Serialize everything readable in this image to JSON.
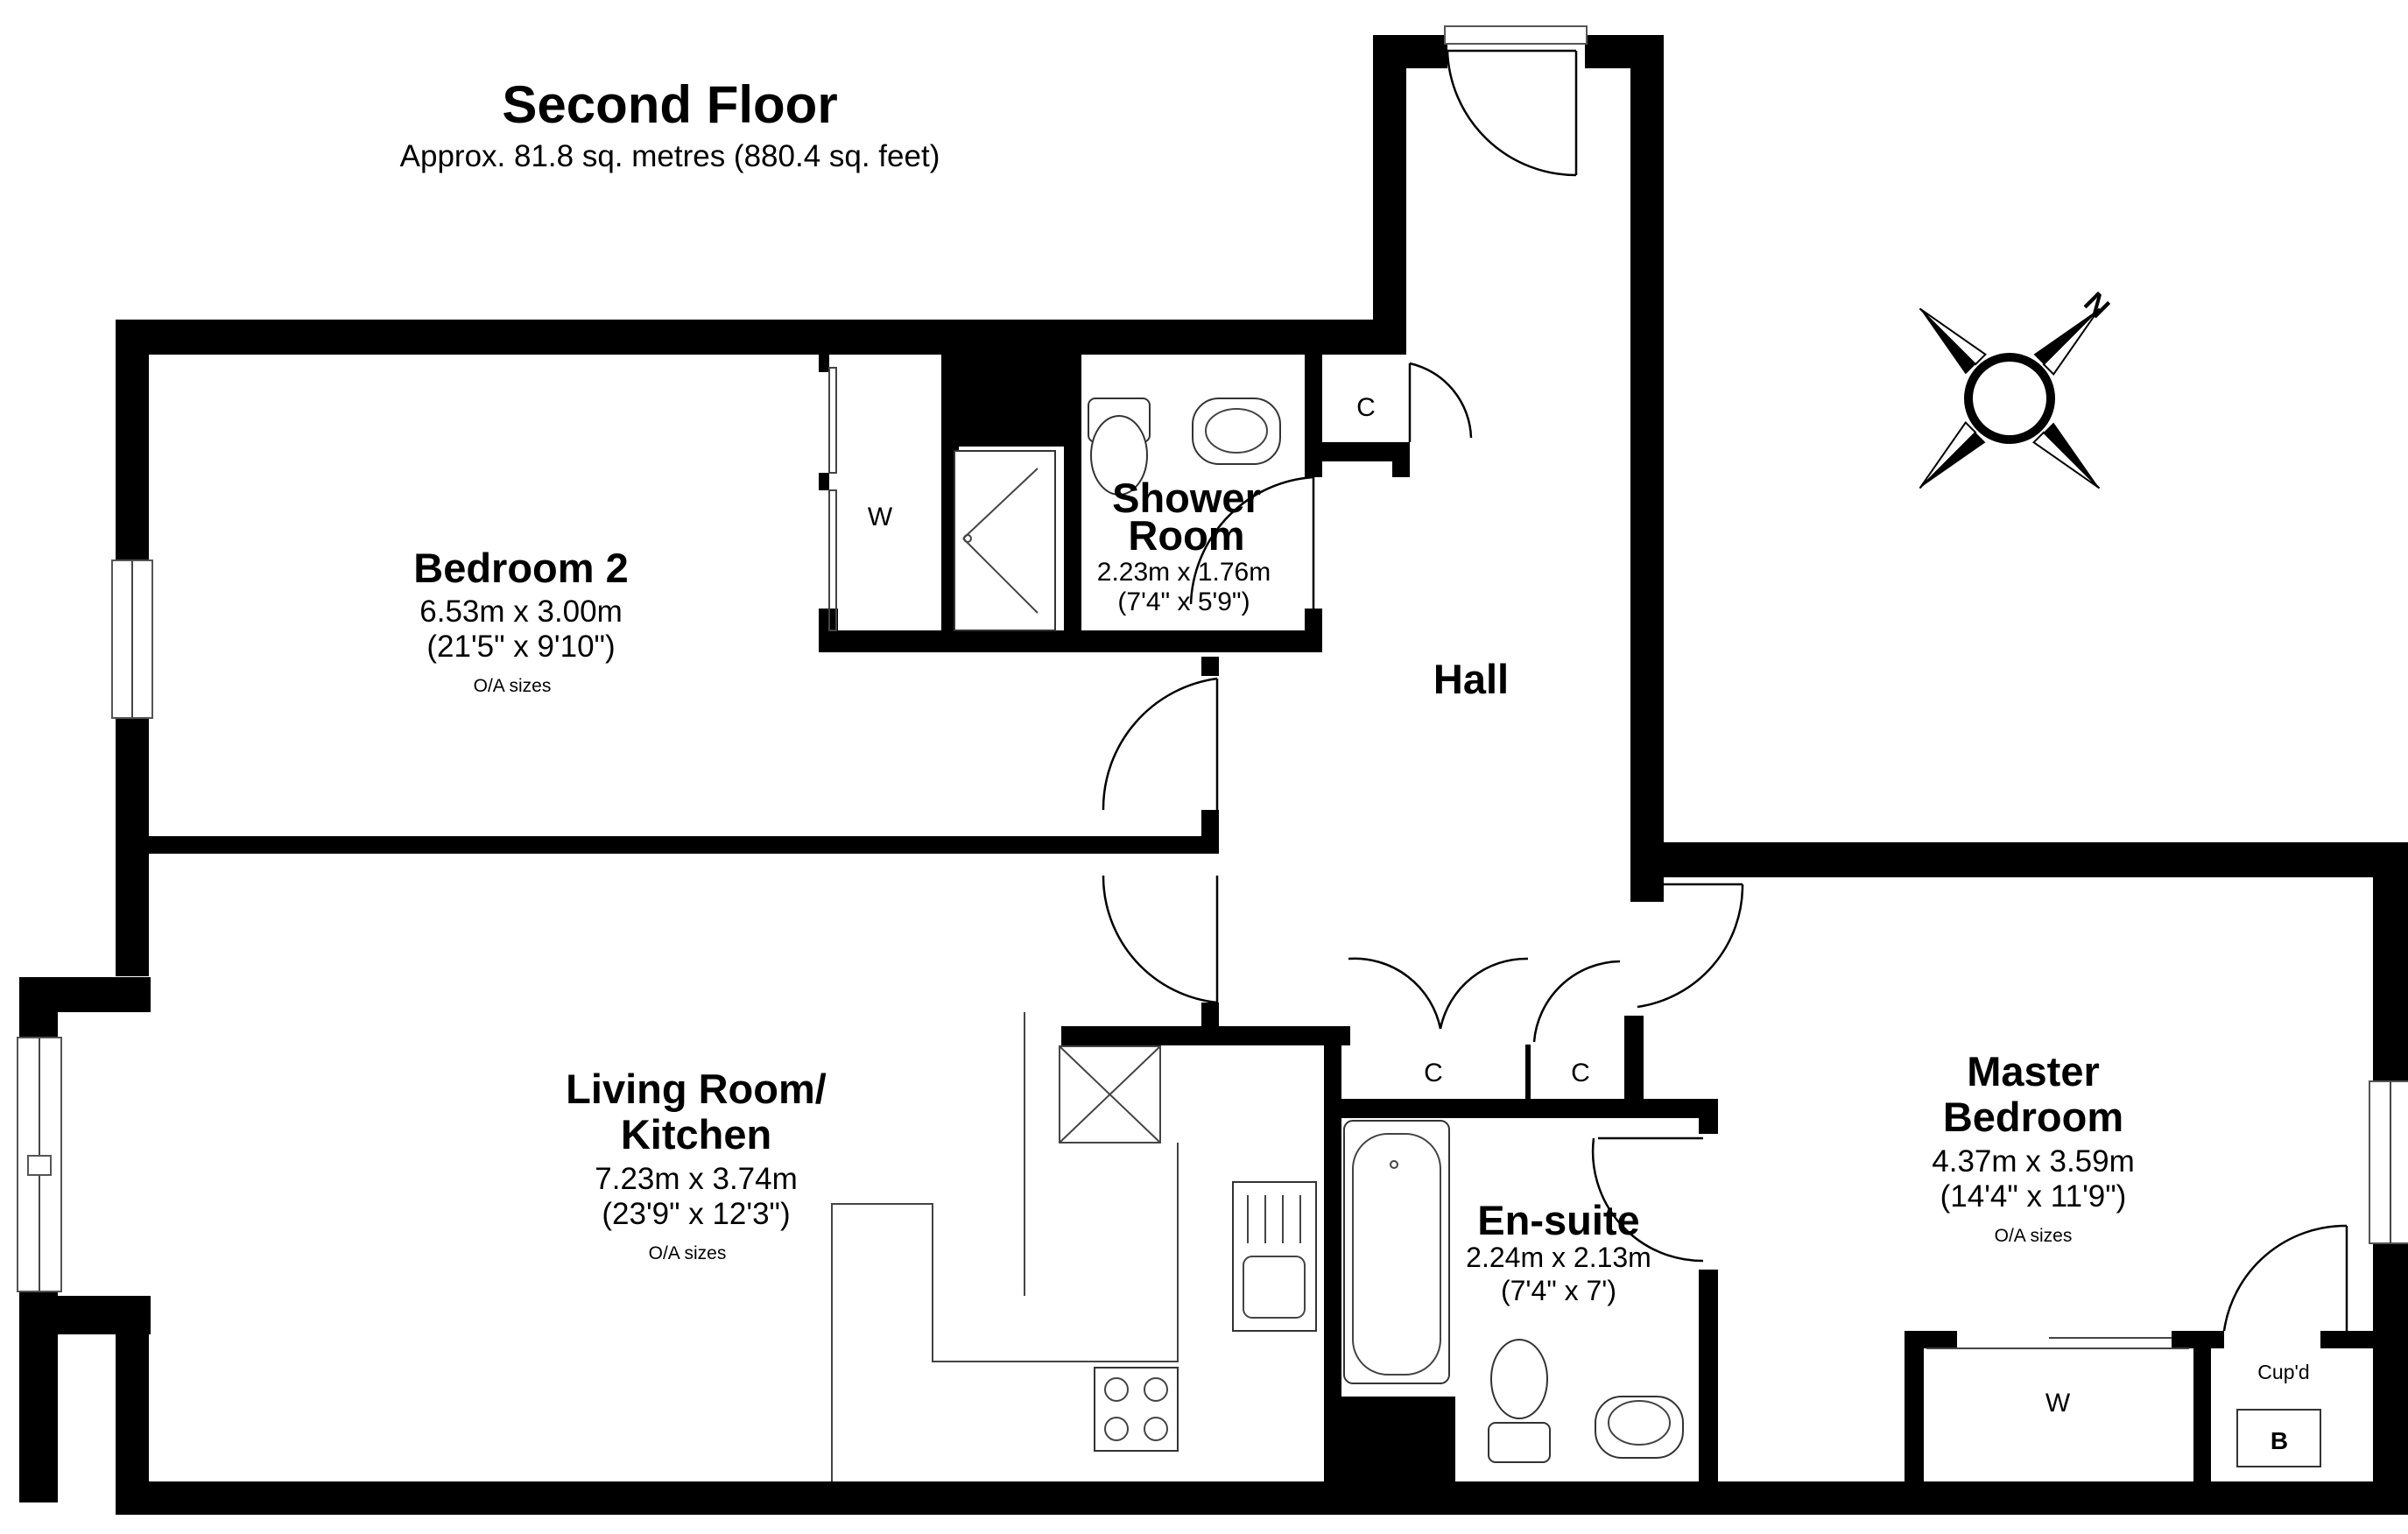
{
  "header": {
    "title": "Second Floor",
    "subtitle": "Approx. 81.8 sq. metres (880.4 sq. feet)"
  },
  "rooms": {
    "bedroom2": {
      "name": "Bedroom 2",
      "metric": "6.53m x 3.00m",
      "imperial": "(21'5\" x 9'10\")",
      "note": "O/A sizes"
    },
    "shower": {
      "name_line1": "Shower",
      "name_line2": "Room",
      "metric": "2.23m x 1.76m",
      "imperial": "(7'4\" x 5'9\")"
    },
    "hall": {
      "name": "Hall"
    },
    "living": {
      "name_line1": "Living Room/",
      "name_line2": "Kitchen",
      "metric": "7.23m x 3.74m",
      "imperial": "(23'9\" x 12'3\")",
      "note": "O/A sizes"
    },
    "ensuite": {
      "name": "En-suite",
      "metric": "2.24m x 2.13m",
      "imperial": "(7'4\" x 7')"
    },
    "master": {
      "name_line1": "Master",
      "name_line2": "Bedroom",
      "metric": "4.37m x 3.59m",
      "imperial": "(14'4\" x 11'9\")",
      "note": "O/A sizes"
    }
  },
  "labels": {
    "wardrobe_bed2": "W",
    "cupboard_hall": "C",
    "cupboard_left": "C",
    "cupboard_right": "C",
    "wardrobe_master": "W",
    "cupboard_master": "Cup'd",
    "boiler": "B"
  },
  "compass": {
    "north_label": "N",
    "icon": "compass-rose-icon"
  },
  "colors": {
    "walls": "#000000",
    "background": "#ffffff",
    "fixtures": "#333333"
  }
}
